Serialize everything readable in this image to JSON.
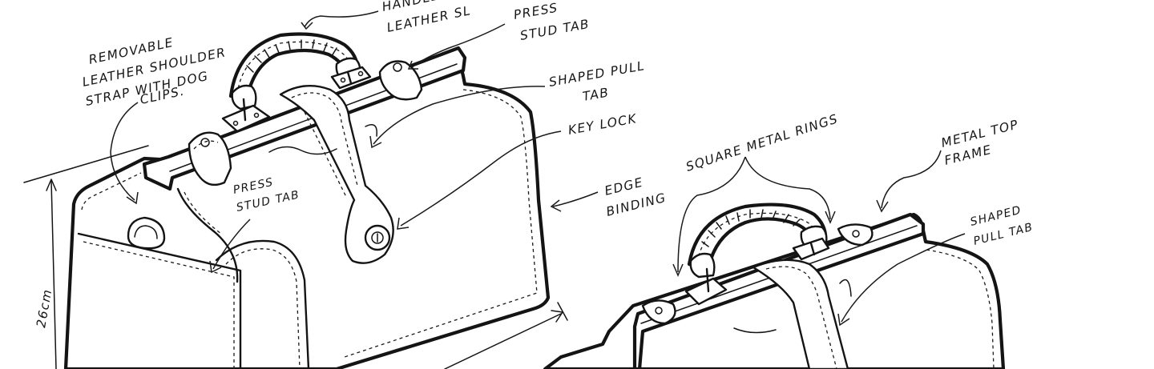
{
  "labels": {
    "handle_line1": "HANDLE",
    "handle_line2": "LEATHER SL",
    "press_stud_top_line1": "PRESS",
    "press_stud_top_line2": "STUD TAB",
    "removable_strap_line1": "REMOVABLE",
    "removable_strap_line2": "LEATHER SHOULDER",
    "removable_strap_line3": "STRAP WITH DOG",
    "removable_strap_line4": "CLIPS.",
    "shaped_pull_tab_line1": "SHAPED PULL",
    "shaped_pull_tab_line2": "TAB",
    "key_lock": "KEY LOCK",
    "square_metal_rings": "SQUARE METAL RINGS",
    "metal_top_frame_line1": "METAL TOP",
    "metal_top_frame_line2": "FRAME",
    "edge_binding_line1": "EDGE",
    "edge_binding_line2": "BINDING",
    "press_stud_side_line1": "PRESS",
    "press_stud_side_line2": "STUD TAB",
    "shaped_pull_tab2_line1": "SHAPED",
    "shaped_pull_tab2_line2": "PULL TAB",
    "height_dimension": "26cm"
  },
  "colors": {
    "ink": "#141414",
    "paper": "#ffffff"
  }
}
